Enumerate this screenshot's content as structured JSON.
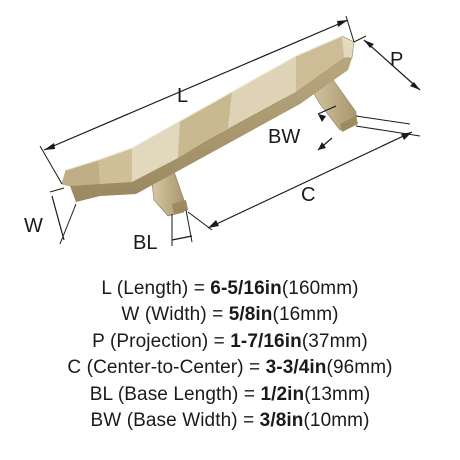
{
  "diagram": {
    "labels": {
      "length": "L",
      "width": "W",
      "projection": "P",
      "center": "C",
      "base_length": "BL",
      "base_width": "BW"
    }
  },
  "specs": [
    {
      "letter": "L",
      "name": "(Length) = ",
      "inch": "6-5/16in",
      "mm": "(160mm)"
    },
    {
      "letter": "W",
      "name": "(Width) = ",
      "inch": "5/8in",
      "mm": "(16mm)"
    },
    {
      "letter": "P",
      "name": "(Projection) = ",
      "inch": "1-7/16in",
      "mm": "(37mm)"
    },
    {
      "letter": "C",
      "name": "(Center-to-Center) = ",
      "inch": "3-3/4in",
      "mm": "(96mm)"
    },
    {
      "letter": "BL",
      "name": "(Base Length) = ",
      "inch": "1/2in",
      "mm": "(13mm)"
    },
    {
      "letter": "BW",
      "name": "(Base Width) = ",
      "inch": "3/8in",
      "mm": "(10mm)"
    }
  ],
  "colors": {
    "finish_light": "#ddd1b4",
    "finish_mid": "#c4b48e",
    "finish_dark": "#a8966c",
    "finish_shadow": "#8c7b55",
    "line": "#1a1a1a"
  }
}
